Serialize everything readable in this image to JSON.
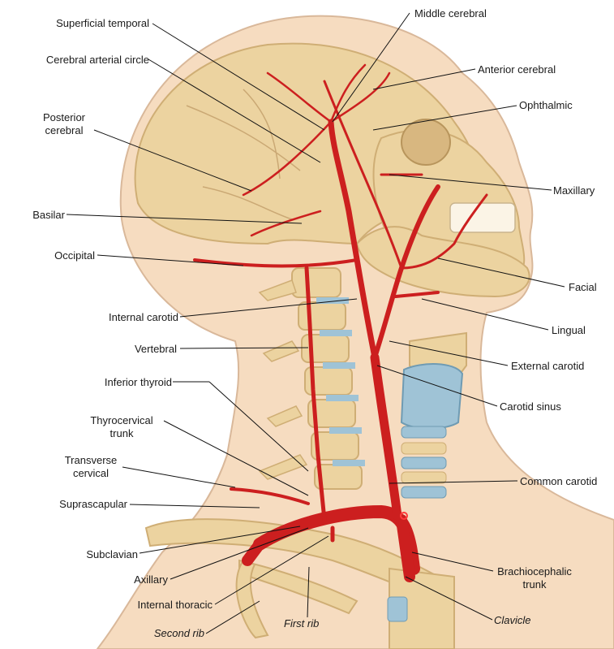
{
  "labels": {
    "superficial_temporal": "Superficial temporal",
    "cerebral_arterial_circle": "Cerebral arterial circle",
    "posterior_cerebral_1": "Posterior",
    "posterior_cerebral_2": "cerebral",
    "basilar": "Basilar",
    "occipital": "Occipital",
    "internal_carotid": "Internal carotid",
    "vertebral": "Vertebral",
    "inferior_thyroid": "Inferior thyroid",
    "thyrocervical_1": "Thyrocervical",
    "thyrocervical_2": "trunk",
    "transverse_cervical_1": "Transverse",
    "transverse_cervical_2": "cervical",
    "suprascapular": "Suprascapular",
    "subclavian": "Subclavian",
    "axillary": "Axillary",
    "internal_thoracic": "Internal thoracic",
    "second_rib": "Second rib",
    "first_rib": "First rib",
    "middle_cerebral": "Middle cerebral",
    "anterior_cerebral": "Anterior cerebral",
    "ophthalmic": "Ophthalmic",
    "maxillary": "Maxillary",
    "facial": "Facial",
    "lingual": "Lingual",
    "external_carotid": "External carotid",
    "carotid_sinus": "Carotid sinus",
    "common_carotid": "Common carotid",
    "brachiocephalic_1": "Brachiocephalic",
    "brachiocephalic_2": "trunk",
    "clavicle": "Clavicle"
  },
  "colors": {
    "skin": "#f6dcc0",
    "skin_outline": "#d9b89a",
    "bone": "#ecd3a0",
    "bone_shadow": "#cfae75",
    "artery": "#cc1f1f",
    "artery_dark": "#9b1313",
    "cartilage": "#9fc3d6",
    "leader": "#111111"
  }
}
